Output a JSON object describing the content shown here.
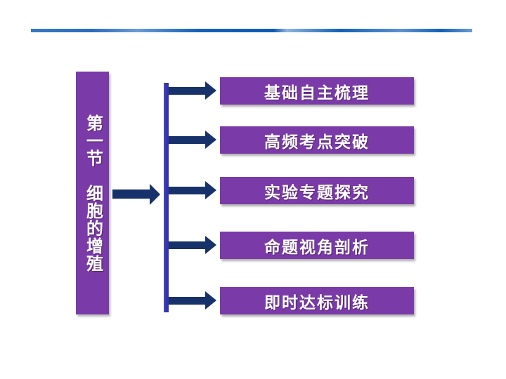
{
  "sidebar": {
    "label": "第一节　细胞的增殖"
  },
  "topics": [
    {
      "label": "基础自主梳理"
    },
    {
      "label": "高频考点突破"
    },
    {
      "label": "实验专题探究"
    },
    {
      "label": "命题视角剖析"
    },
    {
      "label": "即时达标训练"
    }
  ],
  "colors": {
    "slide_bg": "#ffffff",
    "sidebar_fill": "#7a3aa8",
    "topic_fill": "#7a3aa8",
    "arrow_navy": "#17316b",
    "trunk_blue": "#3431ad",
    "divider_blue": "#1261b8",
    "text_white": "#ffffff"
  }
}
